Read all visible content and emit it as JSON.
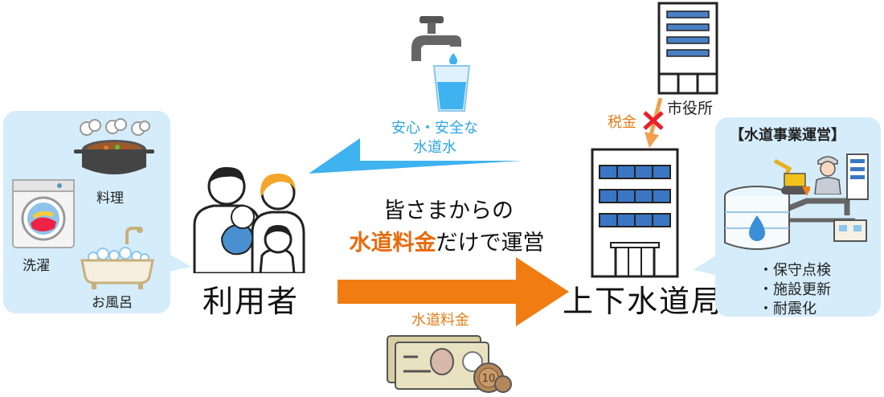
{
  "left_panel": {
    "items": {
      "cooking": "料理",
      "laundry": "洗濯",
      "bath": "お風呂"
    }
  },
  "user_label": "利用者",
  "water_flow": {
    "label_line1": "安心・安全な",
    "label_line2": "水道水"
  },
  "center_message": {
    "line1": "皆さまからの",
    "highlight": "水道料金",
    "line2_rest": "だけで運営"
  },
  "payment_flow": {
    "label": "水道料金"
  },
  "city_hall": {
    "label": "市役所",
    "tax_label": "税金"
  },
  "water_bureau_label": "上下水道局",
  "right_panel": {
    "title": "【水道事業運営】",
    "items": [
      "・保守点検",
      "・施設更新",
      "・耐震化"
    ]
  },
  "colors": {
    "blue_arrow": "#3fb2f0",
    "orange_arrow": "#f07c12",
    "bubble": "#d5ecfa",
    "highlight": "#e86a0c"
  },
  "icons": [
    "faucet-icon",
    "glass-icon",
    "pot-icon",
    "washing-machine-icon",
    "bathtub-icon",
    "family-icon",
    "city-hall-icon",
    "water-bureau-building-icon",
    "money-icon",
    "water-tank-icon",
    "excavator-icon",
    "worker-icon"
  ]
}
